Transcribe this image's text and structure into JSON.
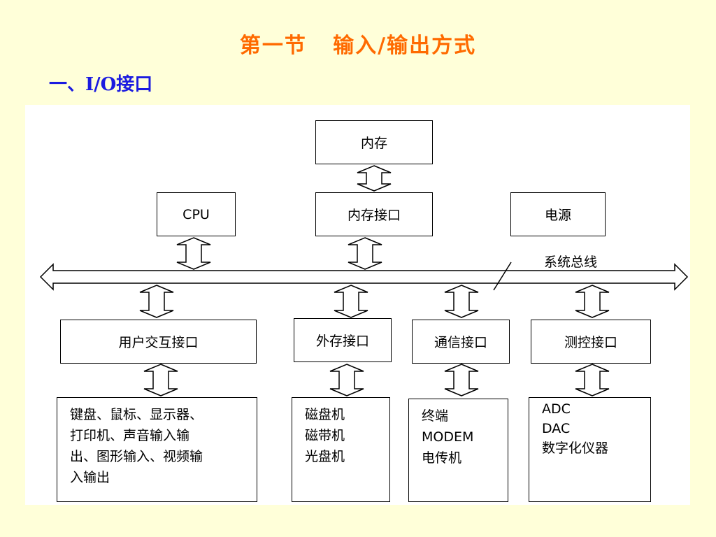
{
  "slide": {
    "title": "第一节   输入/输出方式",
    "subtitle": "一、I/O接口"
  },
  "diagram": {
    "memory": "内存",
    "memory_interface": "内存接口",
    "cpu": "CPU",
    "power": "电源",
    "bus_label": "系统总线",
    "interfaces": {
      "user": "用户交互接口",
      "storage": "外存接口",
      "comm": "通信接口",
      "control": "测控接口"
    },
    "devices": {
      "user": [
        "键盘、鼠标、显示器、",
        "打印机、声音输入输",
        "出、图形输入、视频输",
        "入输出"
      ],
      "storage": [
        "磁盘机",
        "磁带机",
        "光盘机"
      ],
      "comm": [
        "终端",
        "MODEM",
        "电传机"
      ],
      "control": [
        "ADC",
        "DAC",
        "数字化仪器"
      ]
    }
  },
  "colors": {
    "background": "#ffffd9",
    "title": "#ff6a00",
    "subtitle": "#1b1be0"
  }
}
